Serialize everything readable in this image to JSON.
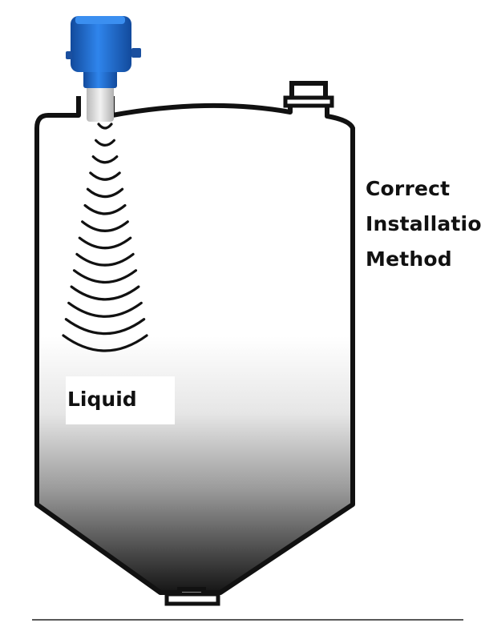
{
  "caption": {
    "line1": "Correct",
    "line2": "Installation",
    "line3": "Method"
  },
  "tank": {
    "contents_label": "Liquid"
  },
  "sensor": {
    "wave_arc_count": 14
  },
  "colors": {
    "sensor_head": "#1f6fd6",
    "sensor_head_dark": "#124a9c",
    "probe": "#d8d8d8",
    "tank_outline": "#111111",
    "liquid_dark": "#1a1a1a"
  }
}
